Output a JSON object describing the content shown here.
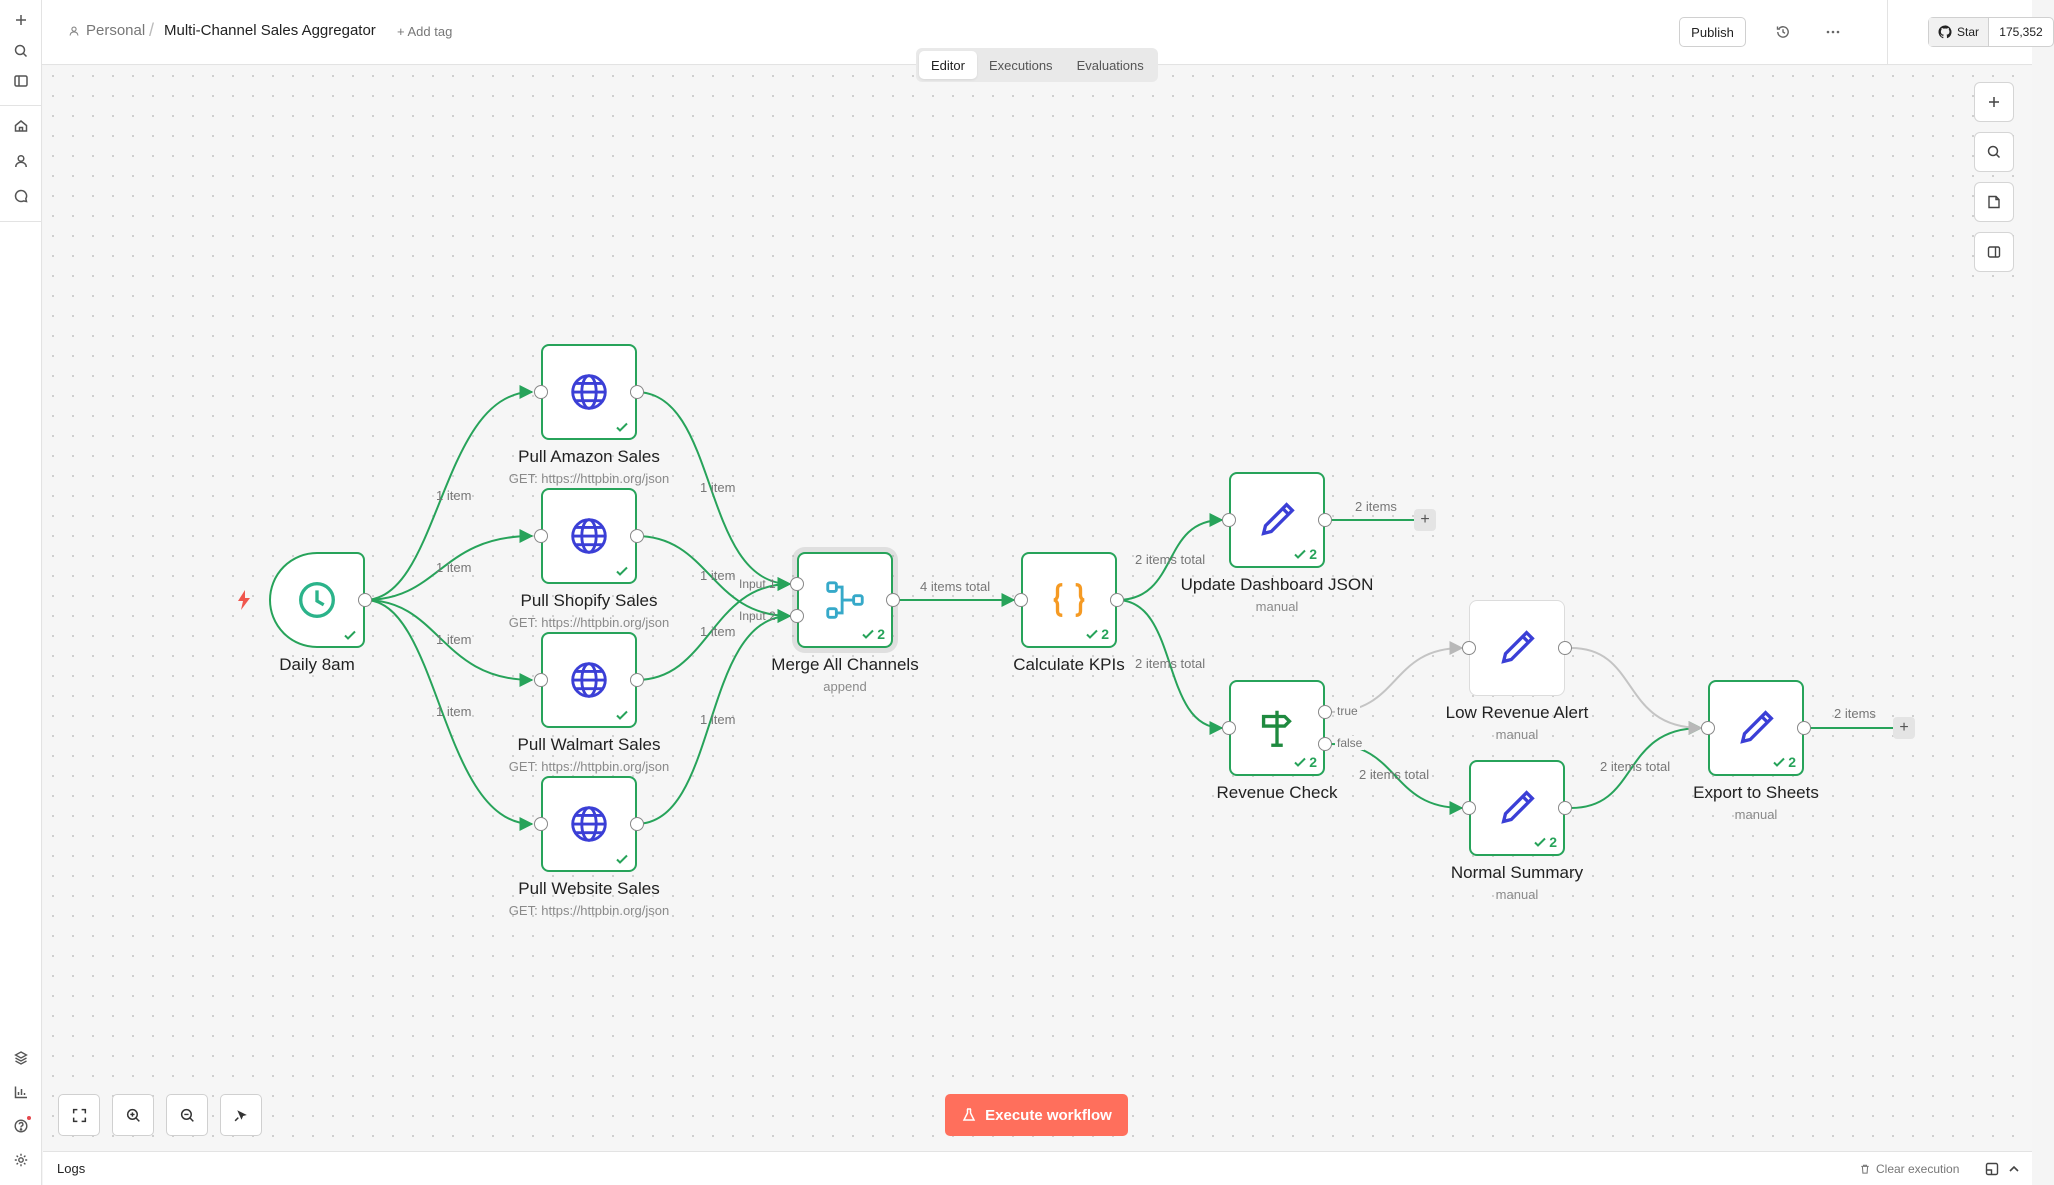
{
  "header": {
    "project": "Personal",
    "workflow_title": "Multi-Channel Sales Aggregator",
    "add_tag": "+ Add tag",
    "publish": "Publish",
    "github_star": "Star",
    "github_count": "175,352"
  },
  "tabs": [
    {
      "label": "Editor",
      "active": true
    },
    {
      "label": "Executions",
      "active": false
    },
    {
      "label": "Evaluations",
      "active": false
    }
  ],
  "nodes": {
    "daily": {
      "label": "Daily 8am",
      "icon": "clock-icon"
    },
    "amazon": {
      "label": "Pull Amazon Sales",
      "sub": "GET: https://httpbin.org/json",
      "icon": "globe-icon"
    },
    "shopify": {
      "label": "Pull Shopify Sales",
      "sub": "GET: https://httpbin.org/json",
      "icon": "globe-icon"
    },
    "walmart": {
      "label": "Pull Walmart Sales",
      "sub": "GET: https://httpbin.org/json",
      "icon": "globe-icon"
    },
    "website": {
      "label": "Pull Website Sales",
      "sub": "GET: https://httpbin.org/json",
      "icon": "globe-icon"
    },
    "merge": {
      "label": "Merge All Channels",
      "sub": "append",
      "count": "2",
      "icon": "merge-icon"
    },
    "kpis": {
      "label": "Calculate KPIs",
      "count": "2",
      "icon": "code-braces-icon"
    },
    "dashboard": {
      "label": "Update Dashboard JSON",
      "sub": "manual",
      "count": "2",
      "icon": "pencil-icon"
    },
    "revenue": {
      "label": "Revenue Check",
      "count": "2",
      "icon": "signpost-icon"
    },
    "low": {
      "label": "Low Revenue Alert",
      "sub": "manual",
      "icon": "pencil-icon"
    },
    "normal": {
      "label": "Normal Summary",
      "sub": "manual",
      "count": "2",
      "icon": "pencil-icon"
    },
    "export": {
      "label": "Export to Sheets",
      "sub": "manual",
      "count": "2",
      "icon": "pencil-icon"
    }
  },
  "edges": {
    "e1": "1 item",
    "e2": "1 item",
    "e3": "1 item",
    "e4": "1 item",
    "e5": "1 item",
    "e6": "1 item",
    "e7": "1 item",
    "e8": "1 item",
    "input1": "Input 1",
    "input2": "Input 2",
    "merge_out": "4 items total",
    "kpi_top": "2 items total",
    "kpi_bottom": "2 items total",
    "dash_out": "2 items",
    "true": "true",
    "false": "false",
    "false_out": "2 items total",
    "normal_out": "2 items total",
    "export_out": "2 items"
  },
  "controls": {
    "execute": "Execute workflow",
    "logs": "Logs",
    "clear_execution": "Clear execution"
  },
  "colors": {
    "success": "#27a35a",
    "accent": "#ff6f5c",
    "globe": "#3b3fd6",
    "merge": "#36a9c9",
    "code": "#f59a23",
    "pencil": "#3b3fd6",
    "signpost": "#1f8a3f"
  }
}
